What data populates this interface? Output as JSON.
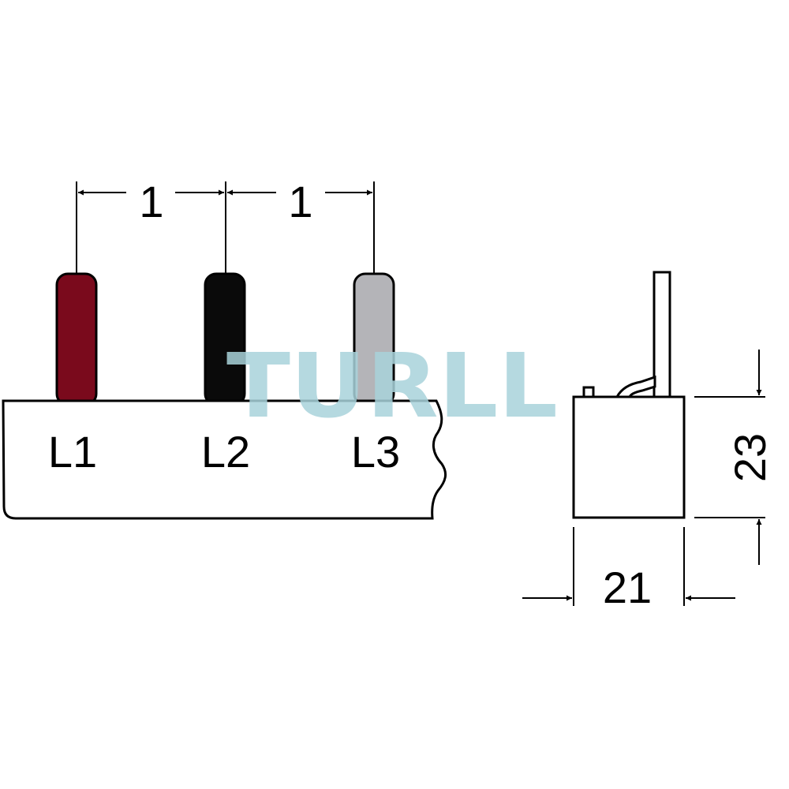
{
  "watermark": {
    "text": "TURLL",
    "color": "#a9d3db"
  },
  "front_view": {
    "pitch_left": "1",
    "pitch_right": "1",
    "pins": [
      {
        "label": "L1",
        "color": "#7a0a1c"
      },
      {
        "label": "L2",
        "color": "#0a0a0a"
      },
      {
        "label": "L3",
        "color": "#b4b4b8"
      }
    ]
  },
  "side_view": {
    "height": "23",
    "width": "21"
  },
  "colors": {
    "line": "#000000",
    "background": "#ffffff"
  }
}
